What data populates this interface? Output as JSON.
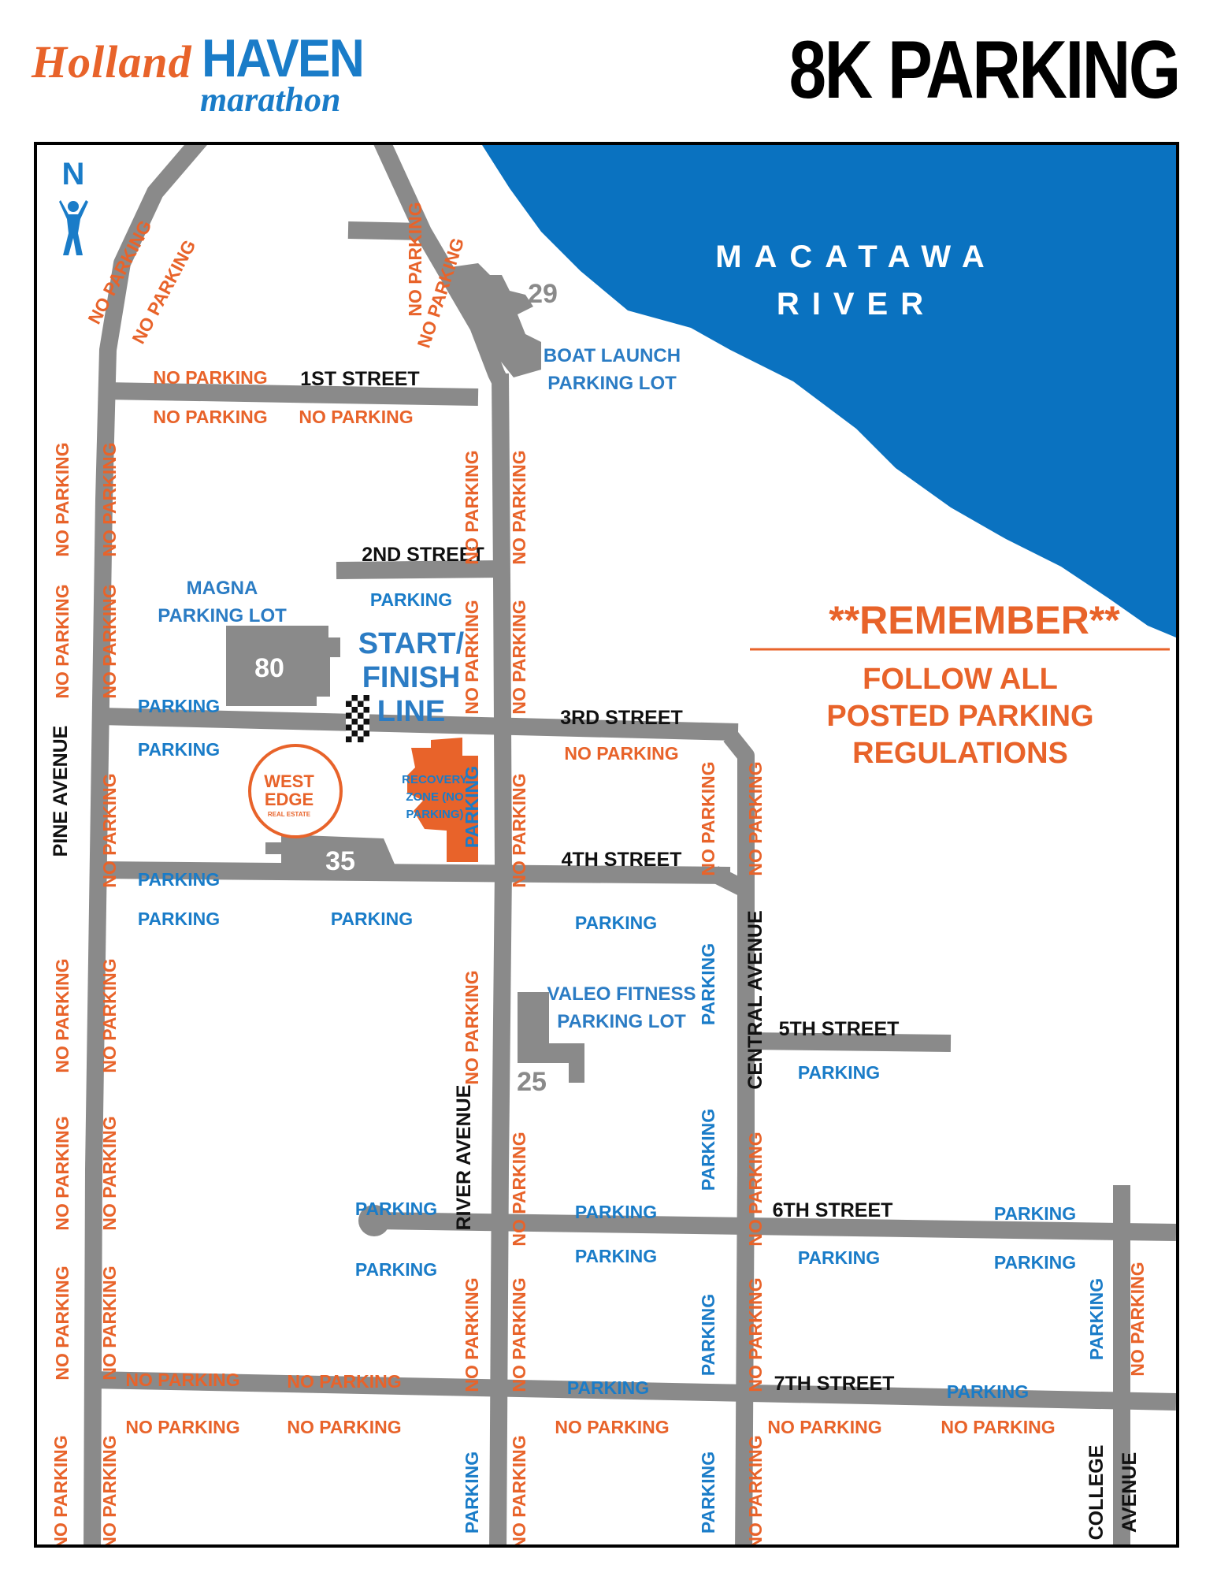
{
  "header": {
    "logo_holland": "Holland",
    "logo_haven": "HAVEN",
    "logo_marathon": "marathon",
    "title": "8K PARKING"
  },
  "map": {
    "north_label": "N",
    "river_name_1": "MACATAWA",
    "river_name_2": "RIVER",
    "streets": {
      "first": "1ST STREET",
      "second": "2ND STREET",
      "third": "3RD STREET",
      "fourth": "4TH STREET",
      "fifth": "5TH STREET",
      "sixth": "6TH STREET",
      "seventh": "7TH STREET",
      "pine": "PINE AVENUE",
      "river": "RIVER AVENUE",
      "central": "CENTRAL AVENUE",
      "college": "COLLEGE",
      "college_avenue": "AVENUE"
    },
    "labels": {
      "no_parking": "NO PARKING",
      "parking": "PARKING"
    },
    "lots": {
      "boat_1": "BOAT LAUNCH",
      "boat_2": "PARKING LOT",
      "boat_num": "29",
      "magna_1": "MAGNA",
      "magna_2": "PARKING LOT",
      "magna_num": "80",
      "valeo_1": "VALEO FITNESS",
      "valeo_2": "PARKING LOT",
      "valeo_num": "25",
      "lot35_num": "35"
    },
    "start_finish": [
      "START/",
      "FINISH",
      "LINE"
    ],
    "recovery": [
      "RECOVERY",
      "ZONE (NO",
      "PARKING)"
    ],
    "west_edge": [
      "WEST",
      "EDGE",
      "REAL ESTATE"
    ],
    "remember": {
      "title": "**REMEMBER**",
      "line1": "FOLLOW ALL",
      "line2": "POSTED PARKING",
      "line3": "REGULATIONS"
    },
    "colors": {
      "river": "#0a72c0",
      "road": "#8a8a8a",
      "orange": "#e8632a",
      "blue": "#1a7cc8"
    }
  }
}
